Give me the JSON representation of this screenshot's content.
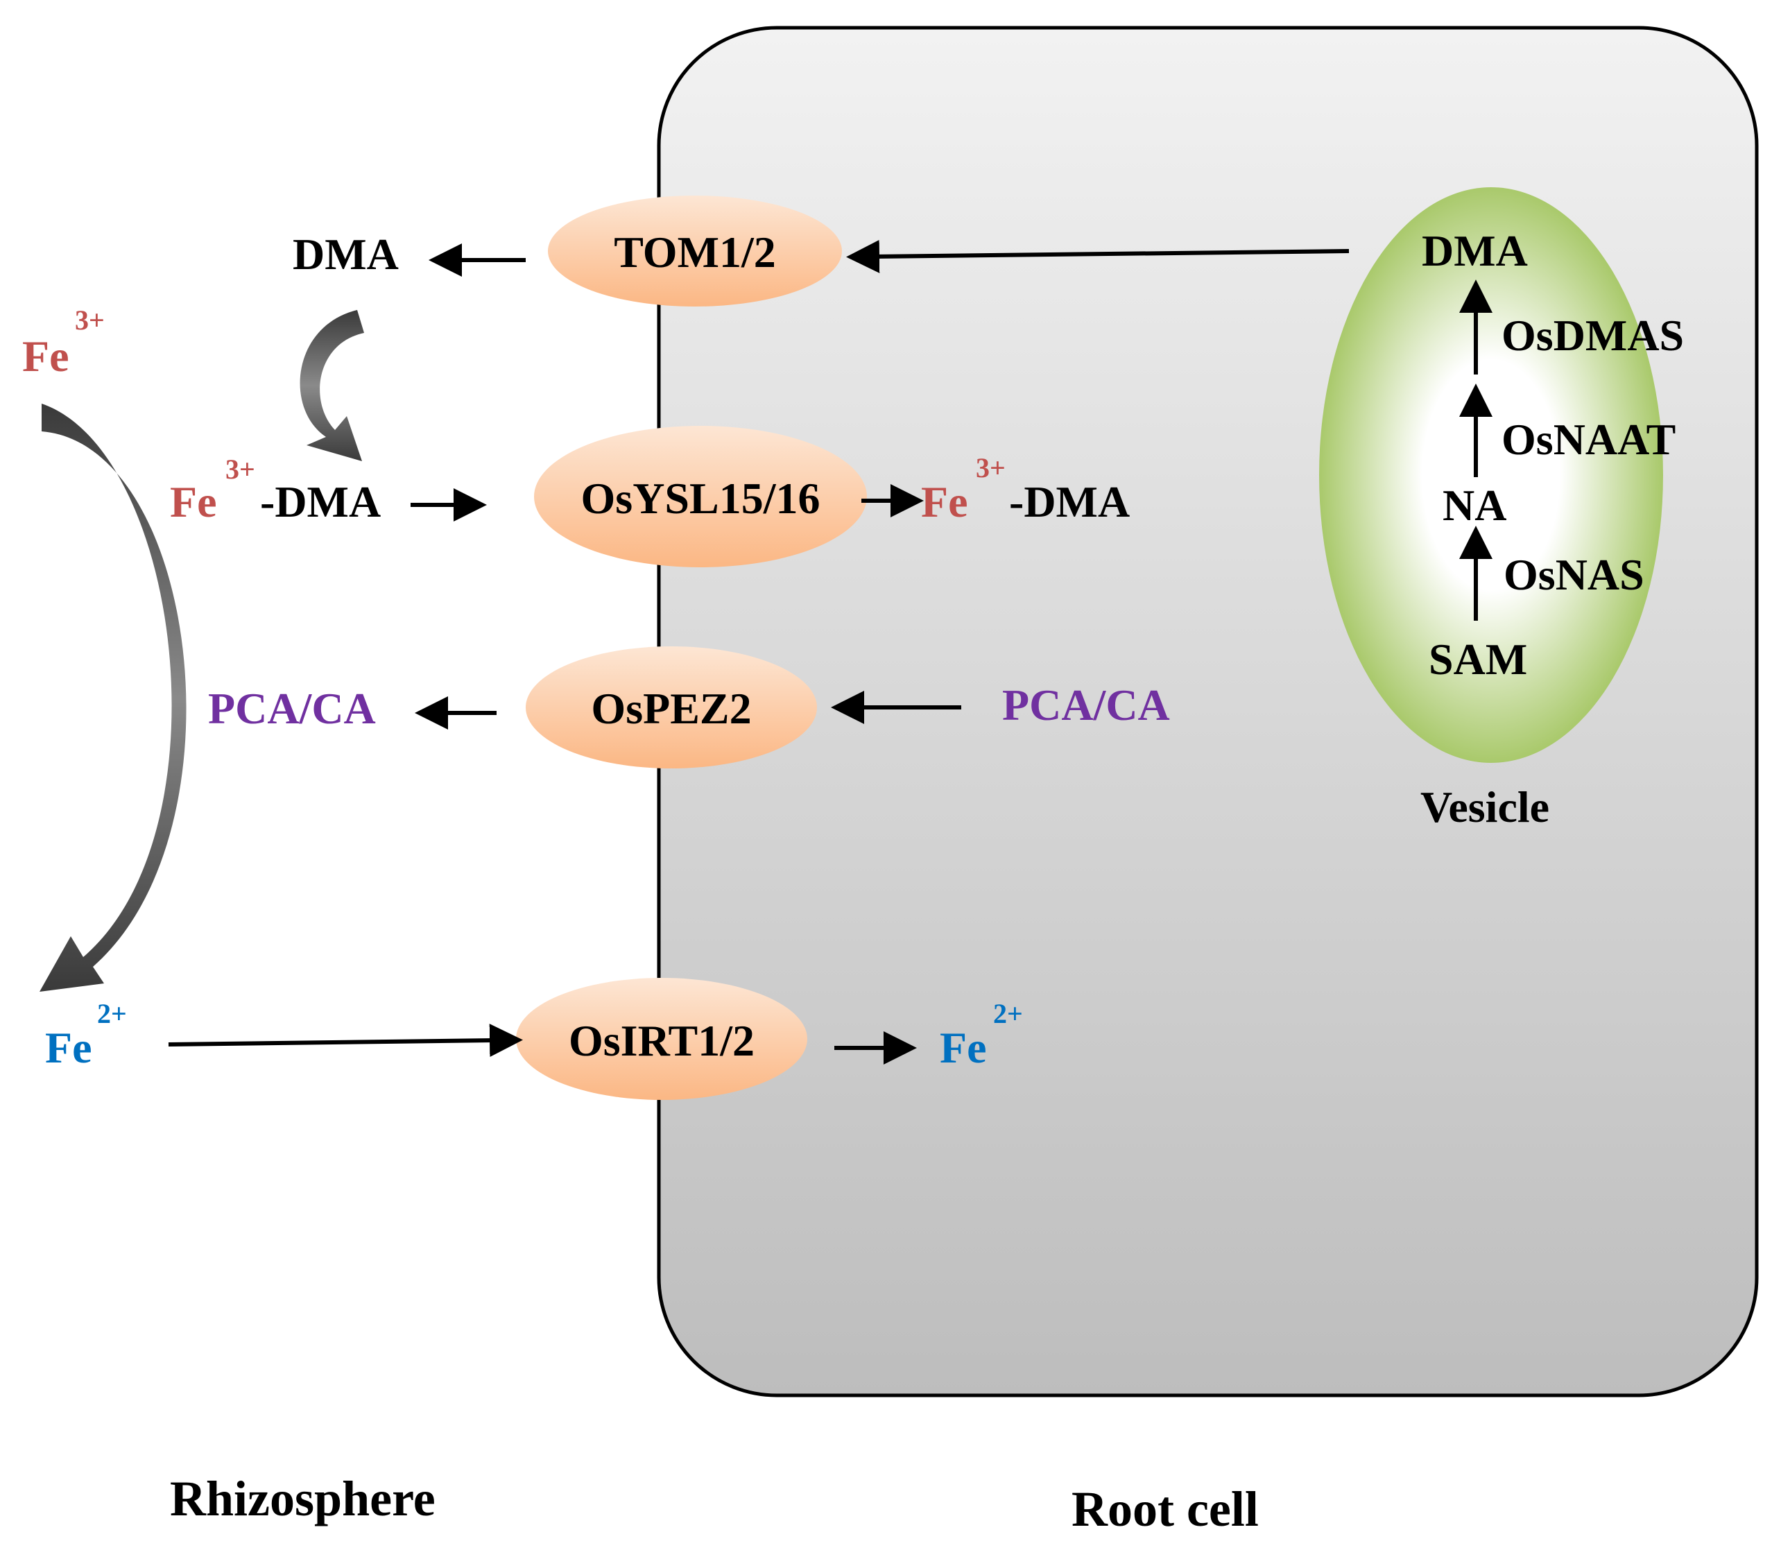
{
  "colors": {
    "fe3": "#c0504d",
    "fe2": "#0070c0",
    "pca": "#7030a0",
    "text": "#000000",
    "transporter_fill": "#fbbf94",
    "vesicle_fill": "#a9c96b"
  },
  "regions": {
    "rhizosphere": "Rhizosphere",
    "root_cell": "Root cell",
    "vesicle": "Vesicle"
  },
  "transporters": {
    "tom": "TOM1/2",
    "osysl": "OsYSL15/16",
    "ospez": "OsPEZ2",
    "osirt": "OsIRT1/2"
  },
  "vesicle_pathway": {
    "dma": "DMA",
    "osdmas": "OsDMAS",
    "osnaat": "OsNAAT",
    "na": "NA",
    "osnas": "OsNAS",
    "sam": "SAM"
  },
  "labels": {
    "dma_out": "DMA",
    "fe": "Fe",
    "sup_3": "3+",
    "sup_2": "2+",
    "dma_suffix": "-DMA",
    "pca_out": "PCA/CA",
    "pca_in": "PCA/CA"
  },
  "icons": [
    "black-arrow",
    "grey-curved-arrow",
    "reduction-arrow"
  ]
}
